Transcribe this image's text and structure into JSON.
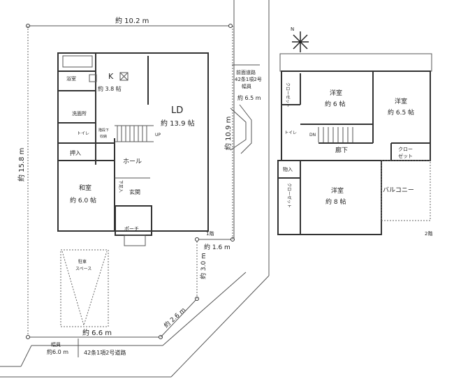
{
  "site": {
    "width_top": "約 10.2 m",
    "depth_left": "約 15.8 m",
    "road_side_length": "約 10.9 m",
    "front_road": {
      "title": "前面道路",
      "type": "42条1項2号",
      "width_label": "幅員",
      "width": "約 6.5 m"
    },
    "seg_1_6": "約 1.6 m",
    "seg_3_0": "約 3.0 m",
    "seg_2_6": "約 2.6 m",
    "seg_6_6": "約 6.6 m",
    "bottom_road": {
      "width_label": "幅員",
      "width": "約6.0 m",
      "type": "42条1項2号道路"
    },
    "parking": {
      "line1": "駐車",
      "line2": "スペース"
    }
  },
  "floor1": {
    "label": "1階",
    "kitchen": {
      "name": "K",
      "size": "約 3.8 帖"
    },
    "bath": "浴室",
    "washroom": "洗面所",
    "toilet": "トイレ",
    "under_stair_storage": {
      "line1": "階段下",
      "line2": "収納"
    },
    "oshiire": "押入",
    "washitsu": {
      "name": "和室",
      "size": "約 6.0 帖"
    },
    "hall": "ホール",
    "shoe_storage": "下足入",
    "entrance": "玄関",
    "porch": "ポーチ",
    "ld": {
      "name": "LD",
      "size": "約 13.9 帖"
    },
    "up": "UP"
  },
  "floor2": {
    "label": "2階",
    "closet_nw": "クローゼット",
    "room_6": {
      "name": "洋室",
      "size": "約 6 帖"
    },
    "room_6_5": {
      "name": "洋室",
      "size": "約 6.5 帖"
    },
    "toilet": "トイレ",
    "dn": "DN",
    "corridor": "廊下",
    "closet_e": {
      "line1": "クロー",
      "line2": "ゼット"
    },
    "storage": "物入",
    "closet_sw": "クローゼット",
    "room_8": {
      "name": "洋室",
      "size": "約 8 帖"
    },
    "balcony": "バルコニー"
  },
  "compass": "N"
}
